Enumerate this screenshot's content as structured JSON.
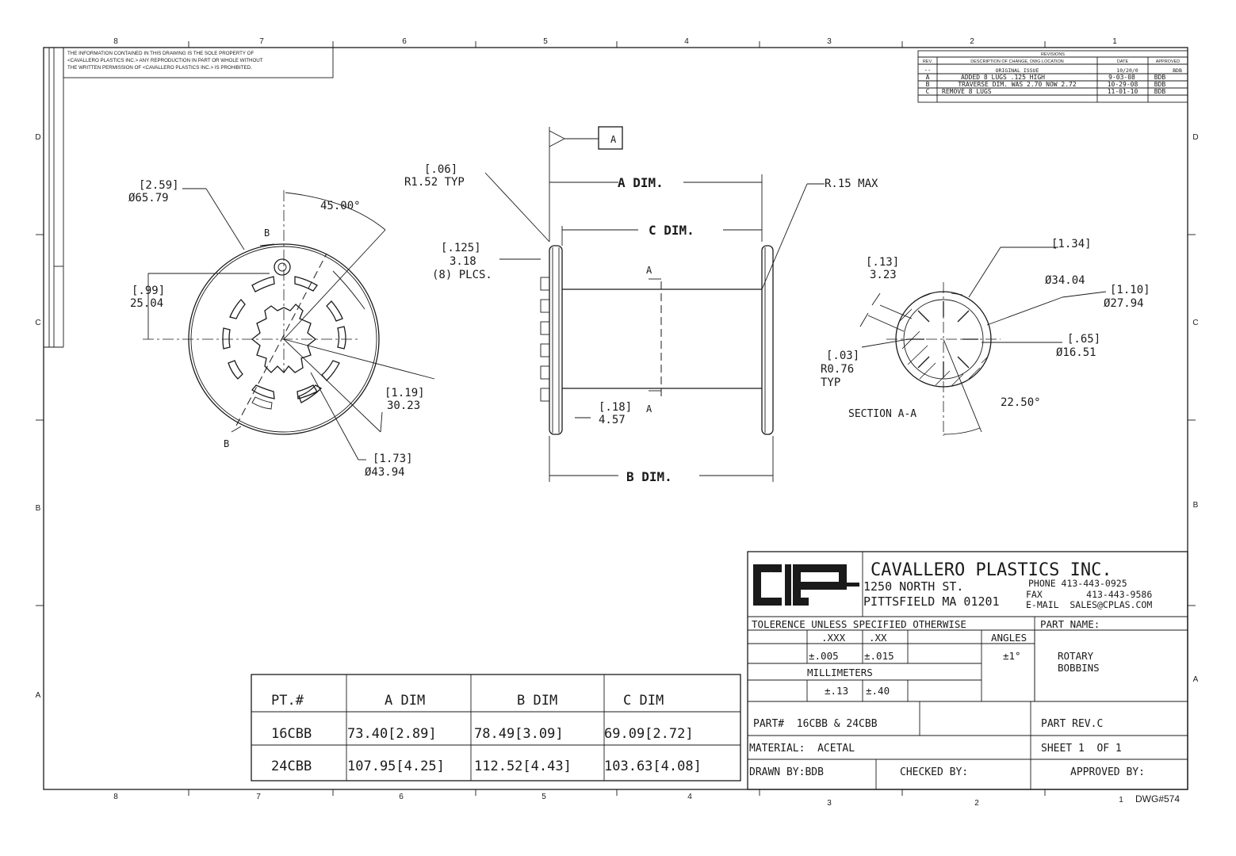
{
  "border": {
    "top_zones": [
      "8",
      "7",
      "6",
      "5",
      "4",
      "3",
      "2",
      "1"
    ],
    "bottom_zones": [
      "8",
      "7",
      "6",
      "5",
      "4",
      "3",
      "2",
      "1"
    ],
    "left_rows": [
      "D",
      "C",
      "B",
      "A"
    ],
    "right_rows": [
      "D",
      "C",
      "B",
      "A"
    ]
  },
  "notice": {
    "line1": "THE INFORMATION CONTAINED IN THIS DRAWING IS THE SOLE PROPERTY OF",
    "line2": "<CAVALLERO PLASTICS INC.> ANY REPRODUCTION IN PART OR WHOLE WITHOUT",
    "line3": "THE WRITTEN PERMISSION OF <CAVALLERO PLASTICS INC.> IS PROHIBITED."
  },
  "revisions": {
    "title": "REVISIONS",
    "headers": [
      "REV.",
      "DESCRIPTION OF CHANGE, DWG LOCATION",
      "DATE",
      "APPROVED"
    ],
    "rows": [
      [
        "--",
        "ORIGINAL ISSUE",
        "10/20/0",
        "BDB"
      ],
      [
        "A",
        "ADDED 8 LUGS .125 HIGH",
        "9-03-08",
        "BDB"
      ],
      [
        "B",
        "TRAVERSE DIM. WAS 2.70 NOW 2.72",
        "10-29-08",
        "BDB"
      ],
      [
        "C",
        "REMOVE 8 LUGS",
        "11-01-10",
        "BDB"
      ]
    ]
  },
  "end_view": {
    "dia_in": "[2.59]",
    "dia_mm": "Ø65.79",
    "angle": "45.00°",
    "section_b": "B",
    "section_b2": "B",
    "h_in": "[.99]",
    "h_mm": "25.04",
    "r_in": "[1.19]",
    "r_mm": "30.23",
    "dia2_in": "[1.73]",
    "dia2_mm": "Ø43.94"
  },
  "side_view": {
    "datum": "A",
    "rad_in": "[.06]",
    "rad_mm": "R1.52 TYP",
    "a_dim": "A DIM.",
    "c_dim": "C DIM.",
    "b_dim": "B DIM.",
    "rmax": "R.15 MAX",
    "lug_in": "[.125]",
    "lug_mm": "3.18",
    "lug_count": "(8) PLCS.",
    "sec_a_top": "A",
    "sec_a_bot": "A",
    "flange_in": "[.18]",
    "flange_mm": "4.57"
  },
  "section_view": {
    "gap_in": "[.13]",
    "gap_mm": "3.23",
    "d1_in": "[1.34]",
    "d1_mm": "Ø34.04",
    "d2_in": "[1.10]",
    "d2_mm": "Ø27.94",
    "d3_in": "[.65]",
    "d3_mm": "Ø16.51",
    "r_in": "[.03]",
    "r_mm": "R0.76",
    "r_typ": "TYP",
    "angle": "22.50°",
    "label": "SECTION A-A"
  },
  "parts_table": {
    "headers": [
      "PT.#",
      "A DIM",
      "B DIM",
      "C DIM"
    ],
    "rows": [
      [
        "16CBB",
        "73.40[2.89]",
        "78.49[3.09]",
        "69.09[2.72]"
      ],
      [
        "24CBB",
        "107.95[4.25]",
        "112.52[4.43]",
        "103.63[4.08]"
      ]
    ]
  },
  "title_block": {
    "company": "CAVALLERO PLASTICS INC.",
    "address1": "1250 NORTH ST.",
    "address2": "PITTSFIELD MA 01201",
    "phone": "PHONE 413-443-0925",
    "fax": "FAX        413-443-9586",
    "email": "E-MAIL  SALES@CPLAS.COM",
    "tolerance_label": "TOLERENCE UNLESS SPECIFIED OTHERWISE",
    "xxx": ".XXX",
    "xx": ".XX",
    "angles": "ANGLES",
    "tol_xxx": "±.005",
    "tol_xx": "±.015",
    "tol_ang": "±1°",
    "millimeters": "MILLIMETERS",
    "tol_mm1": "±.13",
    "tol_mm2": "±.40",
    "part_name_label": "PART NAME:",
    "part_name1": "ROTARY",
    "part_name2": "BOBBINS",
    "part_no": "PART#  16CBB & 24CBB",
    "part_rev": "PART REV.C",
    "material": "MATERIAL:  ACETAL",
    "sheet": "SHEET 1  OF 1",
    "drawn_by": "DRAWN BY:BDB",
    "checked_by": "CHECKED BY:",
    "approved_by": "APPROVED BY:",
    "dwg_no": "DWG#574"
  }
}
